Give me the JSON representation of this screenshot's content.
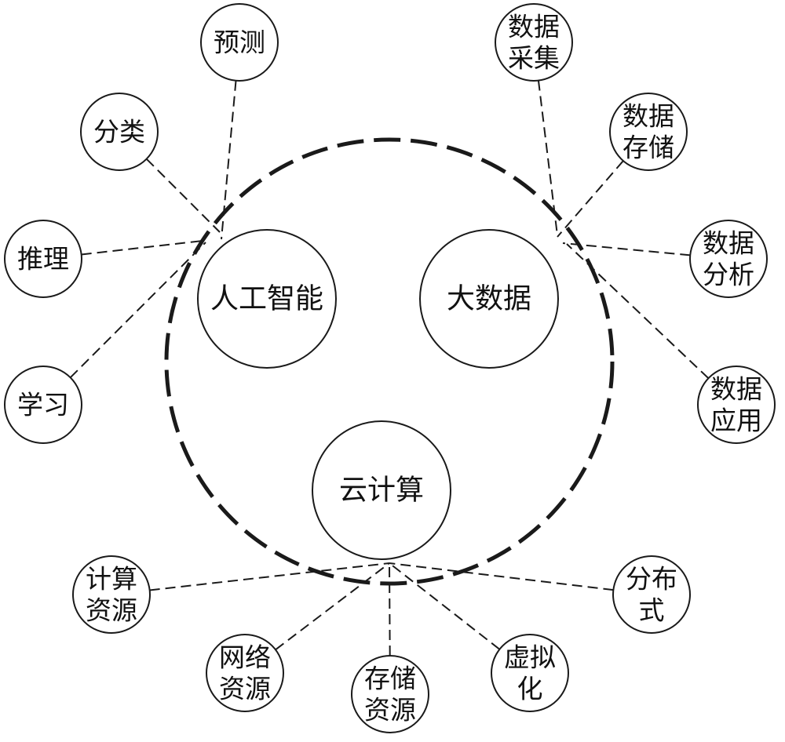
{
  "colors": {
    "stroke": "#1a1a1a",
    "text": "#111111",
    "background": "#ffffff"
  },
  "core": [
    {
      "id": "ai",
      "lines": [
        "人工智能"
      ]
    },
    {
      "id": "bigdata",
      "lines": [
        "大数据"
      ]
    },
    {
      "id": "cloud",
      "lines": [
        "云计算"
      ]
    }
  ],
  "nodes": [
    {
      "id": "predict",
      "core": "ai",
      "lines": [
        "预测"
      ]
    },
    {
      "id": "classify",
      "core": "ai",
      "lines": [
        "分类"
      ]
    },
    {
      "id": "reason",
      "core": "ai",
      "lines": [
        "推理"
      ]
    },
    {
      "id": "learn",
      "core": "ai",
      "lines": [
        "学习"
      ]
    },
    {
      "id": "collect",
      "core": "bigdata",
      "lines": [
        "数据",
        "采集"
      ]
    },
    {
      "id": "store",
      "core": "bigdata",
      "lines": [
        "数据",
        "存储"
      ]
    },
    {
      "id": "analyze",
      "core": "bigdata",
      "lines": [
        "数据",
        "分析"
      ]
    },
    {
      "id": "apply",
      "core": "bigdata",
      "lines": [
        "数据",
        "应用"
      ]
    },
    {
      "id": "compute-res",
      "core": "cloud",
      "lines": [
        "计算",
        "资源"
      ]
    },
    {
      "id": "network-res",
      "core": "cloud",
      "lines": [
        "网络",
        "资源"
      ]
    },
    {
      "id": "storage-res",
      "core": "cloud",
      "lines": [
        "存储",
        "资源"
      ]
    },
    {
      "id": "virtual",
      "core": "cloud",
      "lines": [
        "虚拟",
        "化"
      ]
    },
    {
      "id": "distributed",
      "core": "cloud",
      "lines": [
        "分布",
        "式"
      ]
    }
  ]
}
